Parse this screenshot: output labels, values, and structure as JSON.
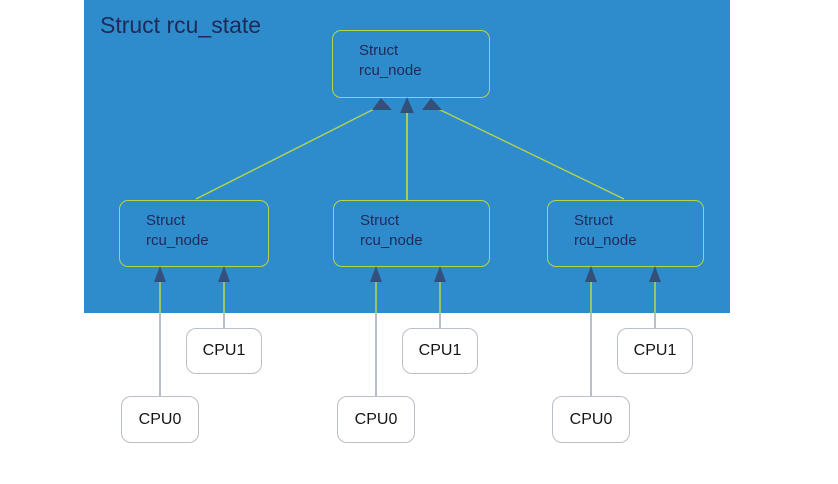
{
  "diagram": {
    "title": "Struct rcu_state",
    "panel": {
      "label": "rcu-state-panel",
      "color": "#2e8ccd"
    },
    "colors": {
      "panel_blue": "#2e8ccd",
      "node_border_green": "#b4d44a",
      "node_text_navy": "#1f2a57",
      "arrow_navy": "#33507a",
      "cpu_border_gray": "#b9bfc6",
      "cpu_text": "#151515",
      "cpu_link_gray": "#8795a5",
      "background": "#ffffff"
    },
    "root_node": {
      "line1": "Struct",
      "line2": "rcu_node"
    },
    "mid_nodes": [
      {
        "line1": "Struct",
        "line2": "rcu_node"
      },
      {
        "line1": "Struct",
        "line2": "rcu_node"
      },
      {
        "line1": "Struct",
        "line2": "rcu_node"
      }
    ],
    "cpu_groups": [
      {
        "cpu0": "CPU0",
        "cpu1": "CPU1"
      },
      {
        "cpu0": "CPU0",
        "cpu1": "CPU1"
      },
      {
        "cpu0": "CPU0",
        "cpu1": "CPU1"
      }
    ]
  }
}
